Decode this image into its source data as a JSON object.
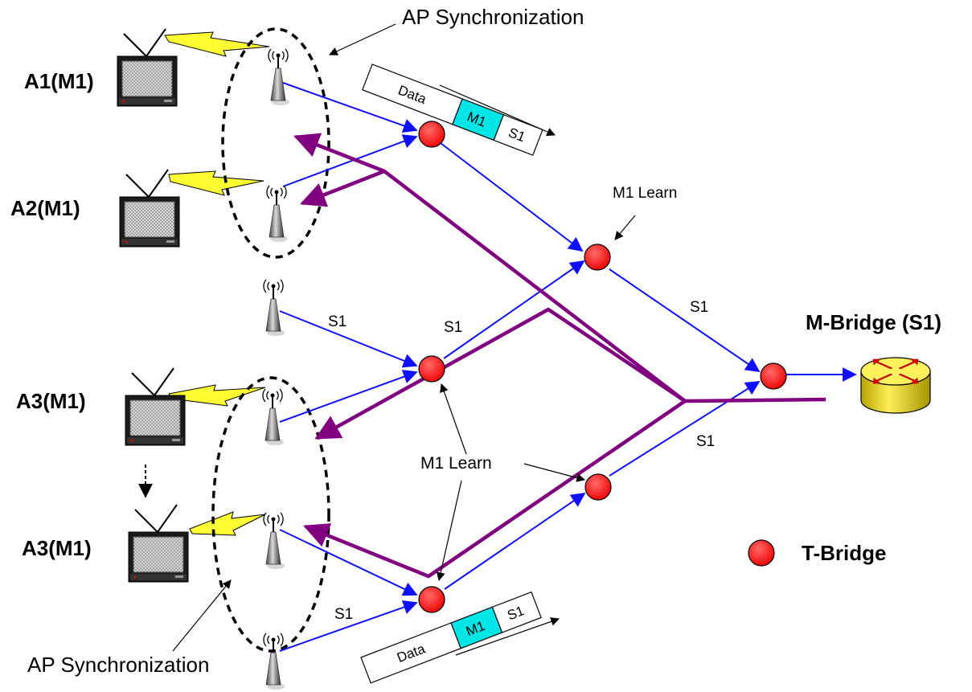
{
  "title_top": "AP Synchronization",
  "title_bottom": "AP Synchronization",
  "devices": [
    "A1(M1)",
    "A2(M1)",
    "A3(M1)",
    "A3(M1)"
  ],
  "mbridge_label": "M-Bridge (S1)",
  "legend_label": "T-Bridge",
  "learn_labels": [
    "M1 Learn",
    "M1 Learn"
  ],
  "link_labels": [
    "S1",
    "S1",
    "S1",
    "S1",
    "S1"
  ],
  "frame_top": {
    "data": "Data",
    "dst": "M1",
    "src": "S1"
  },
  "frame_bottom": {
    "data": "Data",
    "dst": "M1",
    "src": "S1"
  },
  "colors": {
    "link": "#1010ff",
    "path": "#800080",
    "bridge": "#ff0000",
    "dst_field": "#00e5e5",
    "lightning": "#ffff33",
    "router": "#e6d200"
  }
}
